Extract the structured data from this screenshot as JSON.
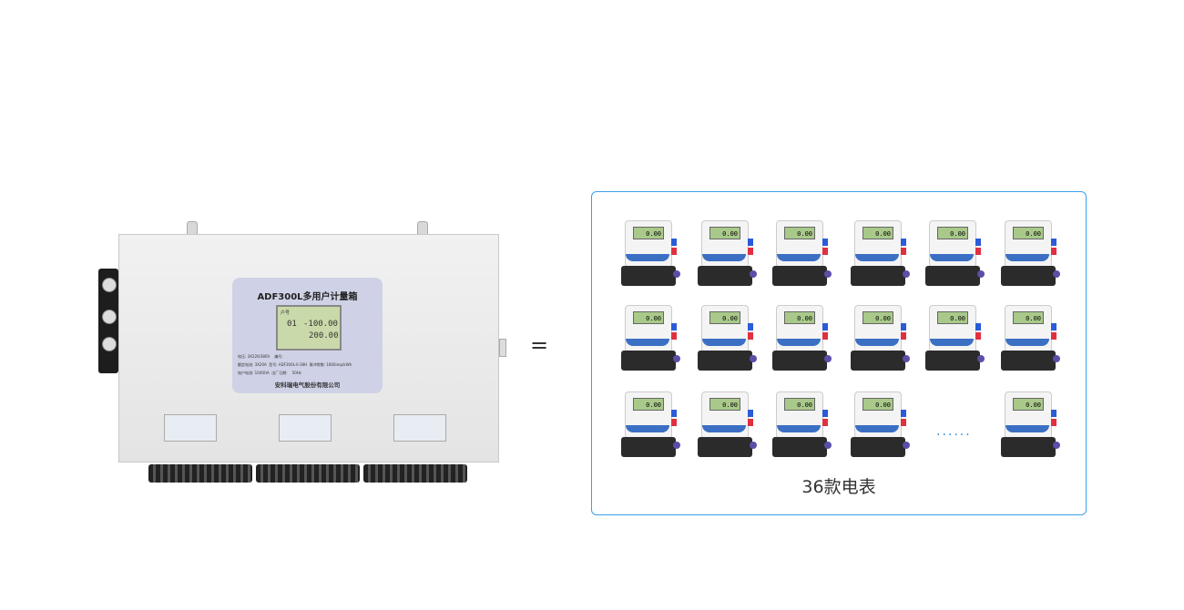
{
  "device": {
    "title": "ADF300L多用户计量箱",
    "lcd": {
      "row1_label": "户号",
      "user_no": "01",
      "value1": "-100.00",
      "value2": "200.00"
    },
    "specs": [
      "电压: 3X220/380V",
      "编号:",
      "额定电流: 3X20A",
      "型号: ADF300L-II-36H",
      "脉冲常数: 1600imp/kWh",
      "电户电流: 10(60)A",
      "出厂日期:",
      "50Hz"
    ],
    "company": "安科瑞电气股份有限公司"
  },
  "equals": "=",
  "meters": {
    "reading": "0.00",
    "count_rows": 3,
    "caption": "36款电表",
    "ellipsis": "......"
  },
  "colors": {
    "frame": "#3aa0e8",
    "accent_blue": "#2e8fe0"
  }
}
